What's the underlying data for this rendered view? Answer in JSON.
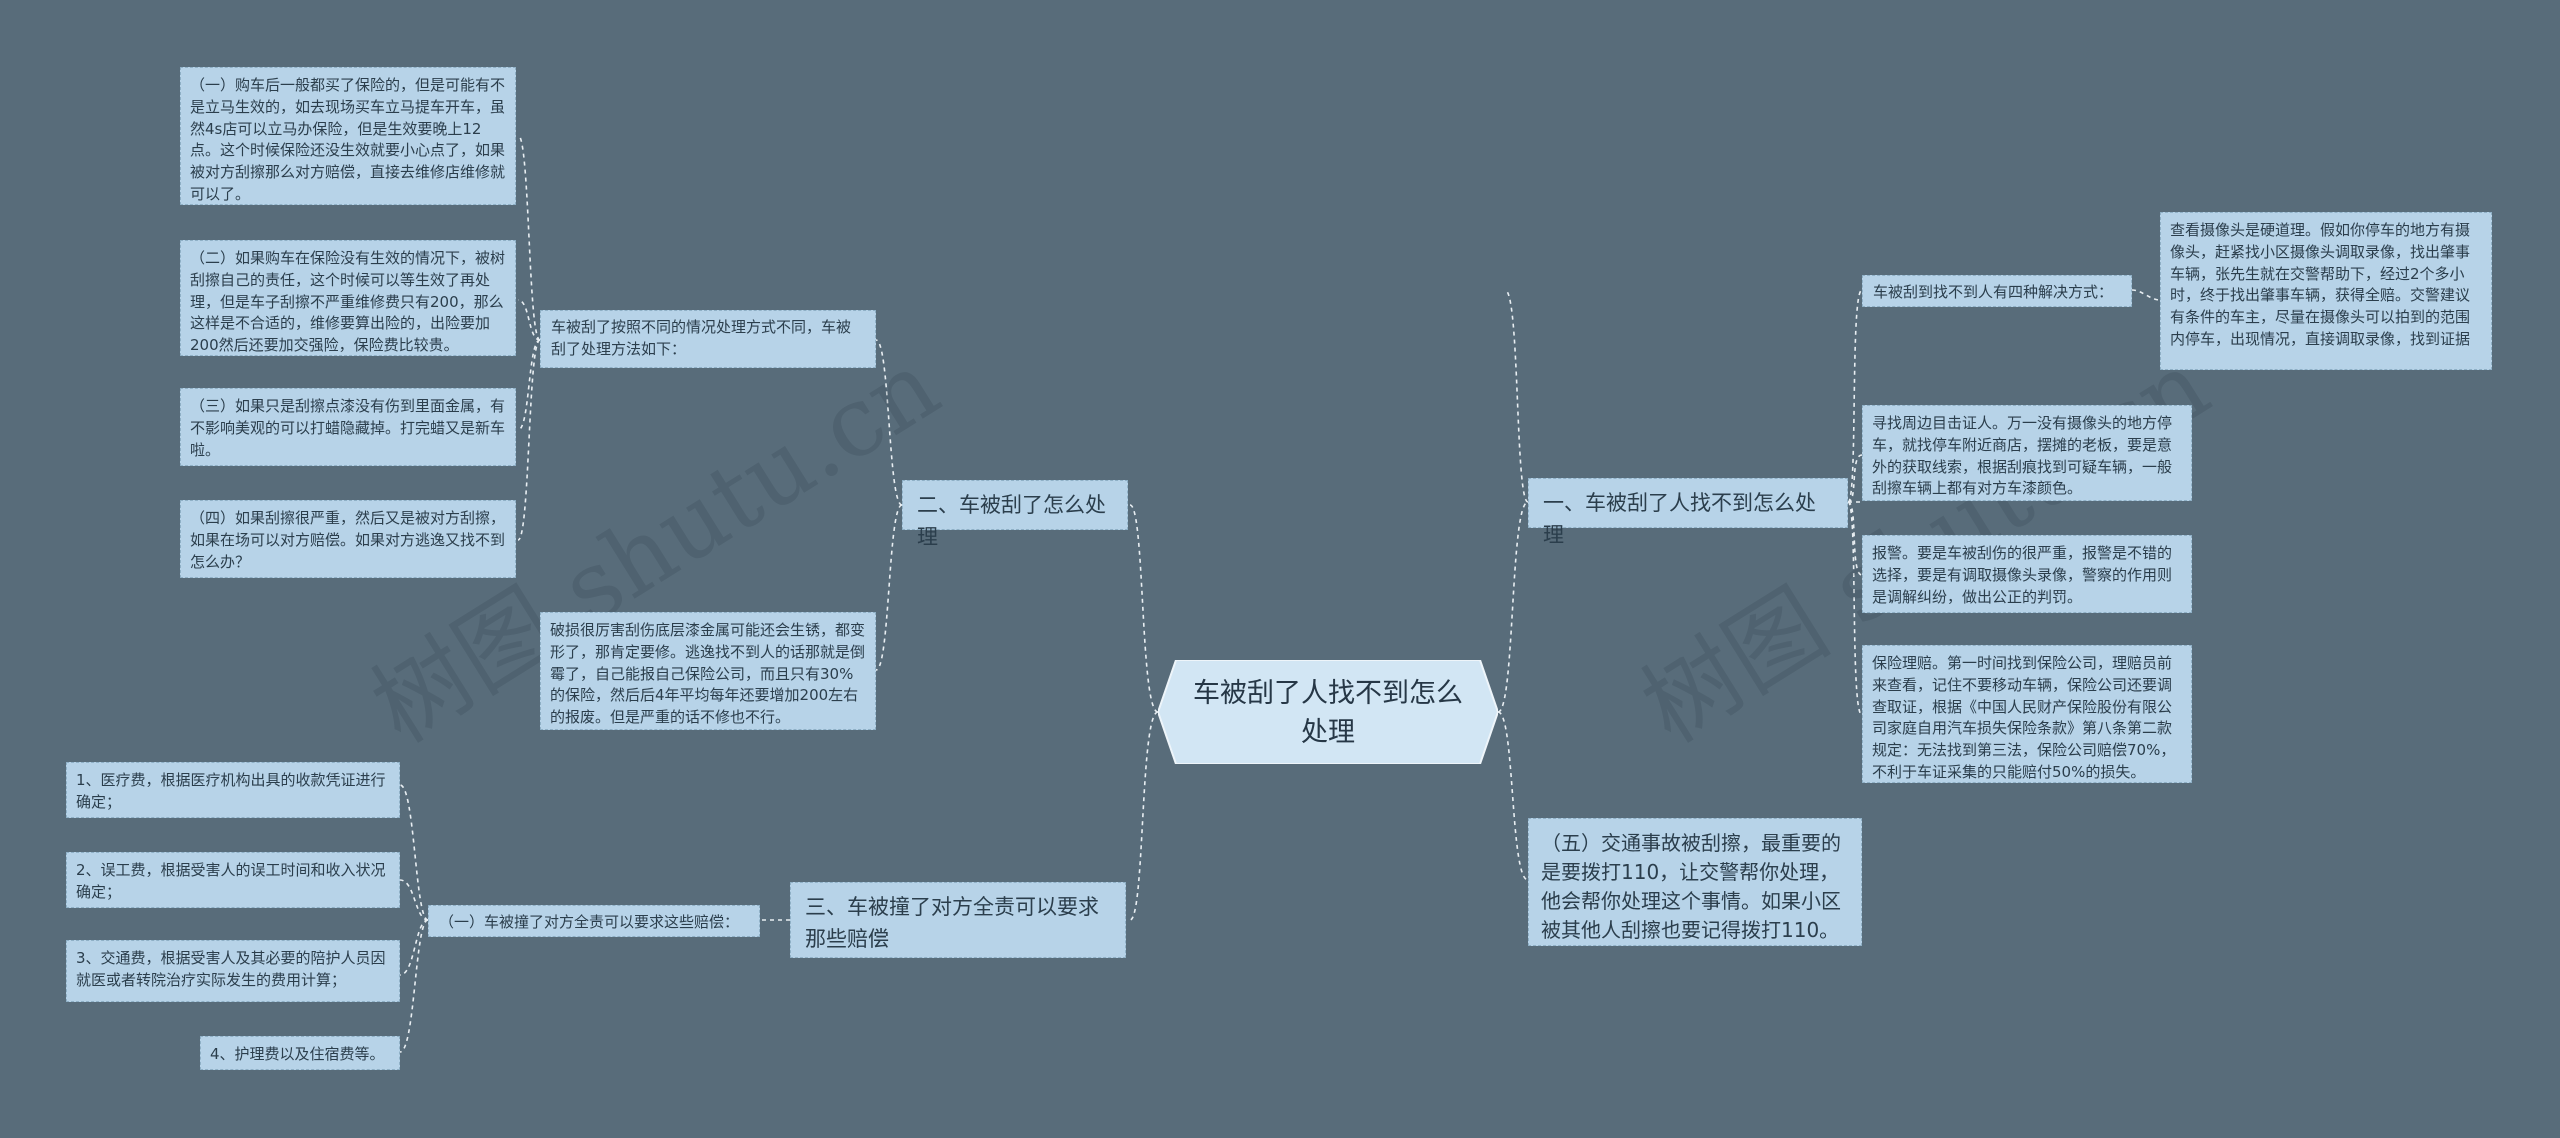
{
  "root": "车被刮了人找不到怎么处理",
  "watermark": [
    "树图 shutu.cn",
    "树图 shutu.cn"
  ],
  "branches": {
    "b1": "一、车被刮了人找不到怎么处理",
    "b2": "二、车被刮了怎么处理",
    "b3": "三、车被撞了对方全责可以要求那些赔偿"
  },
  "b1": {
    "intro": "车被刮到找不到人有四种解决方式：",
    "intro_detail": "查看摄像头是硬道理。假如你停车的地方有摄像头，赶紧找小区摄像头调取录像，找出肇事车辆，张先生就在交警帮助下，经过2个多小时，终于找出肇事车辆，获得全赔。交警建议有条件的车主，尽量在摄像头可以拍到的范围内停车，出现情况，直接调取录像，找到证据",
    "items": [
      "寻找周边目击证人。万一没有摄像头的地方停车，就找停车附近商店，摆摊的老板，要是意外的获取线索，根据刮痕找到可疑车辆，一般刮擦车辆上都有对方车漆颜色。",
      "报警。要是车被刮伤的很严重，报警是不错的选择，要是有调取摄像头录像，警察的作用则是调解纠纷，做出公正的判罚。",
      "保险理赔。第一时间找到保险公司，理赔员前来查看，记住不要移动车辆，保险公司还要调查取证，根据《中国人民财产保险股份有限公司家庭自用汽车损失保险条款》第八条第二款规定：无法找到第三法，保险公司赔偿70%，不利于车证采集的只能赔付50%的损失。"
    ],
    "extra": "（五）交通事故被刮擦，最重要的是要拨打110，让交警帮你处理，他会帮你处理这个事情。如果小区被其他人刮擦也要记得拨打110。"
  },
  "b2": {
    "intro": "车被刮了按照不同的情况处理方式不同，车被刮了处理方法如下：",
    "items": [
      "（一）购车后一般都买了保险的，但是可能有不是立马生效的，如去现场买车立马提车开车，虽然4s店可以立马办保险，但是生效要晚上12点。这个时候保险还没生效就要小心点了，如果被对方刮擦那么对方赔偿，直接去维修店维修就可以了。",
      "（二）如果购车在保险没有生效的情况下，被树刮擦自己的责任，这个时候可以等生效了再处理，但是车子刮擦不严重维修费只有200，那么这样是不合适的，维修要算出险的，出险要加200然后还要加交强险，保险费比较贵。",
      "（三）如果只是刮擦点漆没有伤到里面金属，有不影响美观的可以打蜡隐藏掉。打完蜡又是新车啦。",
      "（四）如果刮擦很严重，然后又是被对方刮擦，如果在场可以对方赔偿。如果对方逃逸又找不到怎么办？"
    ],
    "extra": "破损很厉害刮伤底层漆金属可能还会生锈，都变形了，那肯定要修。逃逸找不到人的话那就是倒霉了，自己能报自己保险公司，而且只有30%的保险，然后后4年平均每年还要增加200左右的报废。但是严重的话不修也不行。"
  },
  "b3": {
    "intro": "（一）车被撞了对方全责可以要求这些赔偿：",
    "items": [
      "1、医疗费，根据医疗机构出具的收款凭证进行确定；",
      "2、误工费，根据受害人的误工时间和收入状况确定；",
      "3、交通费，根据受害人及其必要的陪护人员因就医或者转院治疗实际发生的费用计算；",
      "4、护理费以及住宿费等。"
    ]
  },
  "colors": {
    "background": "#586c7a",
    "node": "#b7d3e8",
    "root": "#d2e6f4",
    "line": "#e8eef2"
  }
}
